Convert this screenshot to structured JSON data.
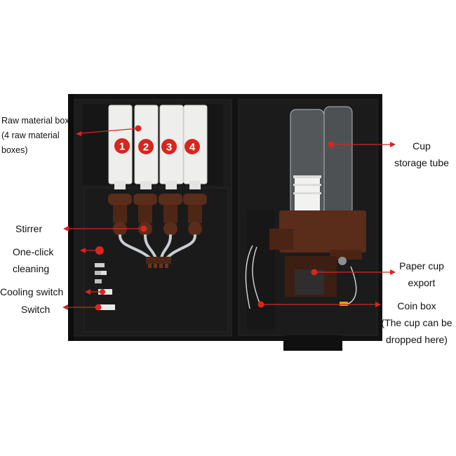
{
  "colors": {
    "callout": "#d7261e",
    "cabinet": "#141414",
    "cabinet_inner": "#1e1e1e",
    "stirrer": "#5a2c1a",
    "container": "#f0f0ee",
    "background": "#ffffff"
  },
  "numbers": [
    "1",
    "2",
    "3",
    "4"
  ],
  "labels": {
    "raw_material_box": [
      "Raw material box",
      "(4 raw material",
      "boxes)"
    ],
    "stirrer": [
      "Stirrer"
    ],
    "one_click_cleaning": [
      "One-click",
      "cleaning"
    ],
    "cooling_switch": [
      "Cooling switch"
    ],
    "switch": [
      "Switch"
    ],
    "cup_storage_tube": [
      "Cup",
      "storage tube"
    ],
    "paper_cup_export": [
      "Paper cup",
      "export"
    ],
    "coin_box": [
      "Coin box",
      "(The cup can be",
      "dropped here)"
    ]
  }
}
